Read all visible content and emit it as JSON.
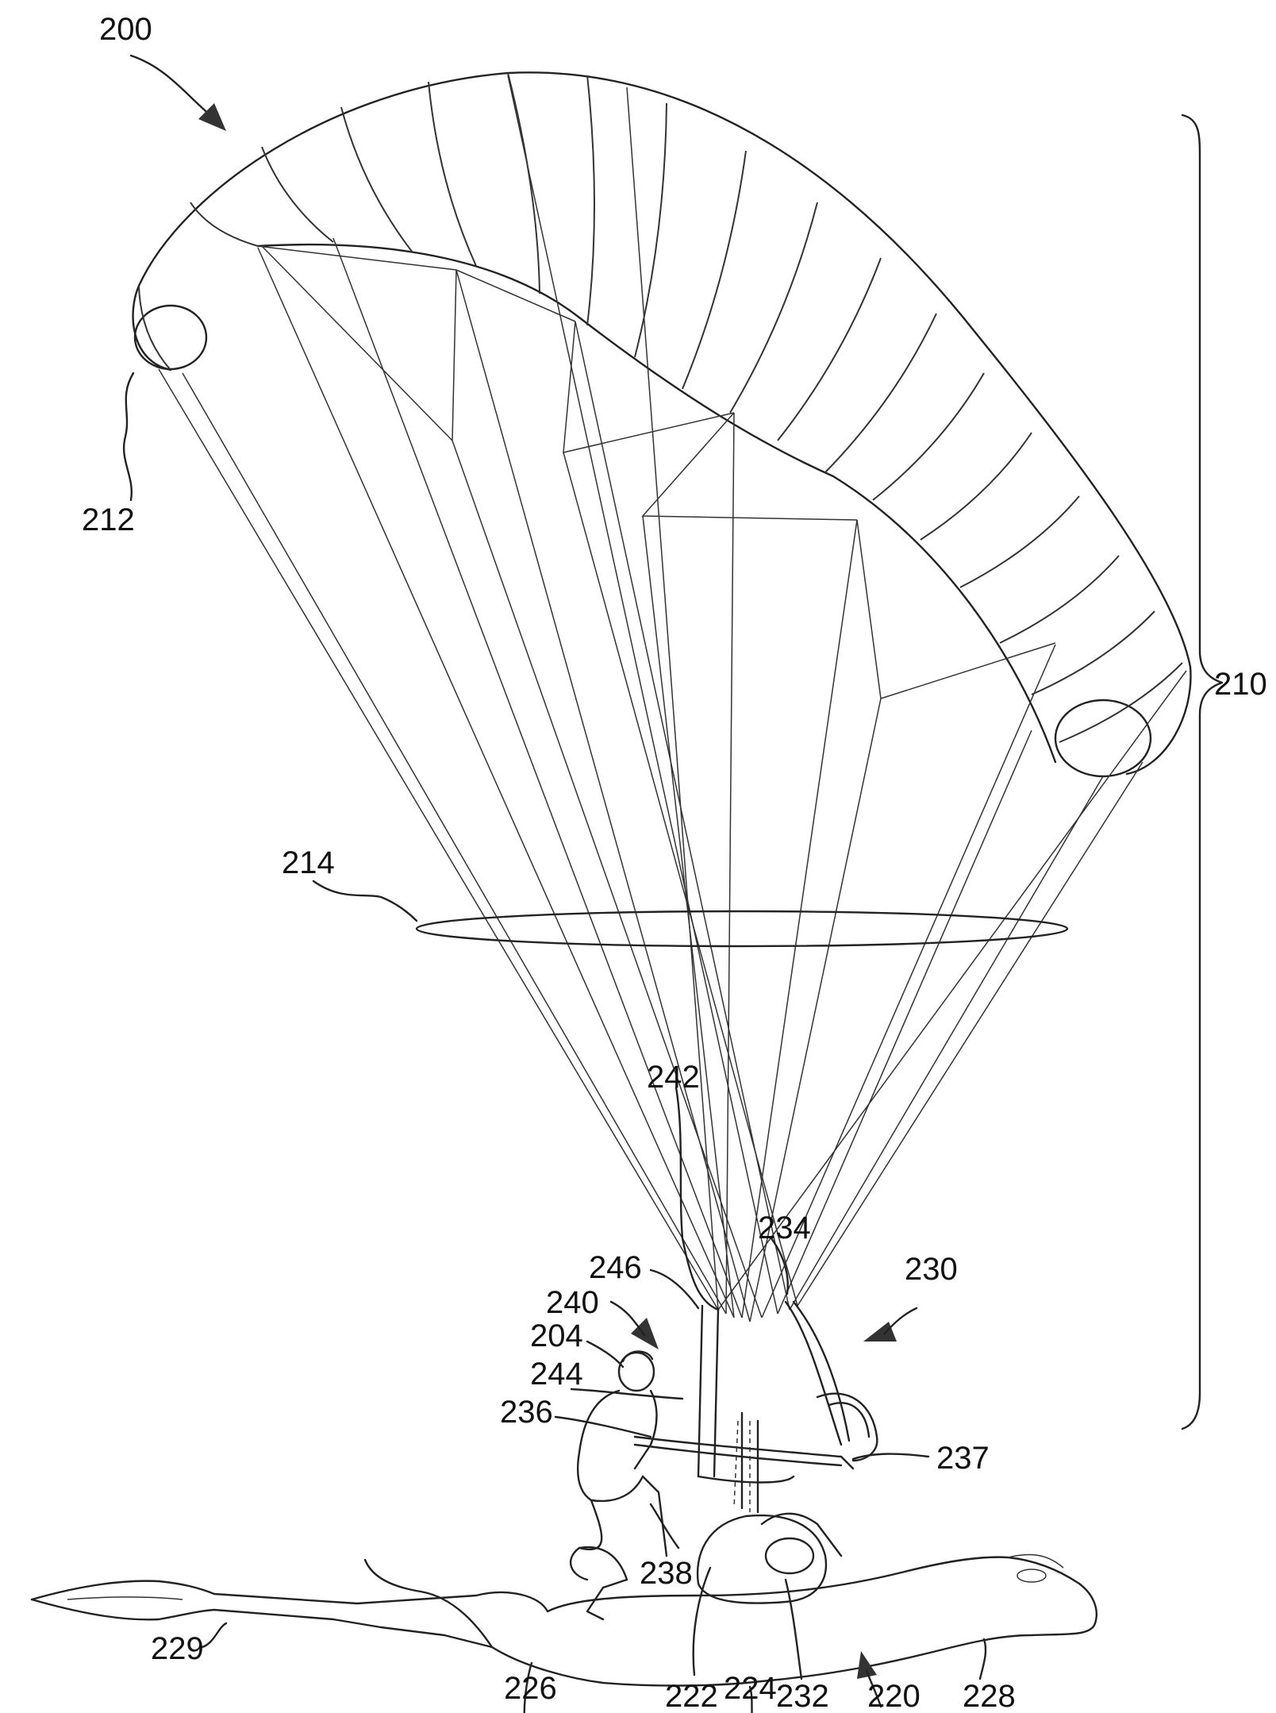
{
  "figure": {
    "labels": {
      "l200": "200",
      "l210": "210",
      "l212": "212",
      "l214": "214",
      "l242": "242",
      "l234": "234",
      "l246": "246",
      "l230": "230",
      "l240": "240",
      "l204": "204",
      "l244": "244",
      "l236": "236",
      "l237": "237",
      "l238": "238",
      "l229": "229",
      "l228": "228",
      "l222": "222",
      "l232": "232",
      "l226": "226",
      "l224": "224",
      "l220": "220"
    }
  }
}
